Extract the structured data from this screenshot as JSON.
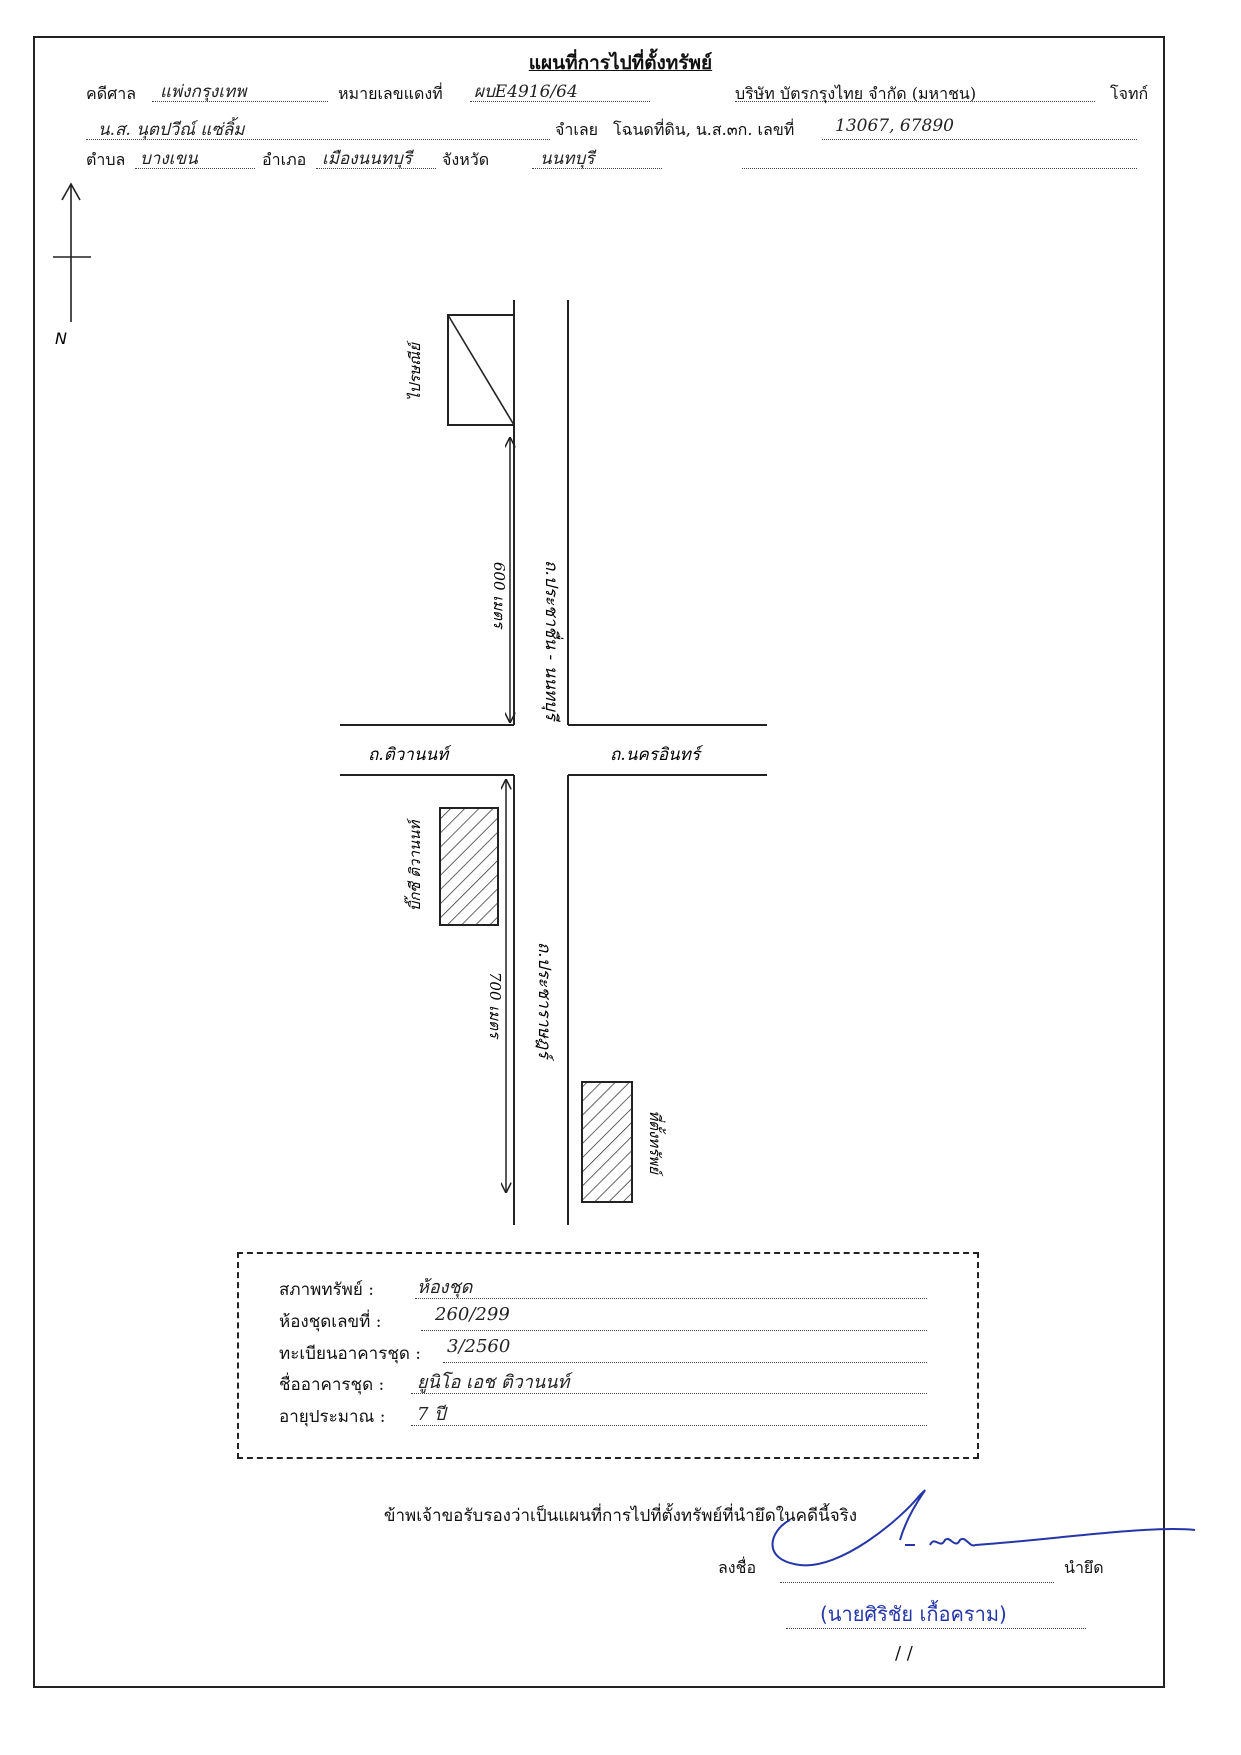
{
  "header": {
    "title": "แผนที่การไปที่ตั้งทรัพย์",
    "court_label": "คดีศาล",
    "court_value": "แพ่งกรุงเทพ",
    "case_label": "หมายเลขแดงที่",
    "case_value": "ผบE4916/64",
    "plaintiff": "บริษัท บัตรกรุงไทย จำกัด (มหาชน)",
    "plaintiff_label": "โจทก์",
    "defendant_value": "น.ส. นุตปวีณ์ แซ่ลิ้ม",
    "defendant_label": "จำเลย",
    "deed_label": "โฉนดที่ดิน, น.ส.๓ก. เลขที่",
    "deed_value": "13067, 67890",
    "subdistrict_label": "ตำบล",
    "subdistrict_value": "บางเขน",
    "district_label": "อำเภอ",
    "district_value": "เมืองนนทบุรี",
    "province_label": "จังหวัด",
    "province_value": "นนทบุรี"
  },
  "map": {
    "north_label": "N",
    "north_road": "ถ.ประชาชื่น - นนทบุรี",
    "south_road": "ถ.ประชาราษฎร์",
    "west_road": "ถ.ติวานนท์",
    "east_road": "ถ.นครอินทร์",
    "distance_north": "600 เมตร",
    "distance_south": "700 เมตร",
    "landmark_north": "ไปรษณีย์",
    "landmark_west": "บิ๊กซี ติวานนท์",
    "landmark_target": "ที่ตั้งทรัพย์"
  },
  "property": {
    "condition_label": "สภาพทรัพย์ :",
    "condition_value": "ห้องชุด",
    "unit_label": "ห้องชุดเลขที่ :",
    "unit_value": "260/299",
    "registration_label": "ทะเบียนอาคารชุด :",
    "registration_value": "3/2560",
    "building_label": "ชื่ออาคารชุด :",
    "building_value": "ยูนิโอ เอช ติวานนท์",
    "age_label": "อายุประมาณ :",
    "age_value": "7 ปี"
  },
  "certification": {
    "statement": "ข้าพเจ้าขอรับรองว่าเป็นแผนที่การไปที่ตั้งทรัพย์ที่นำยึดในคดีนี้จริง",
    "sign_label": "ลงชื่อ",
    "role_label": "นำยึด",
    "signer_name": "(นายศิริชัย  เกื้อคราม)",
    "date_placeholder": "/        /"
  },
  "colors": {
    "ink": "#111111",
    "signature_blue": "#2536a8"
  }
}
